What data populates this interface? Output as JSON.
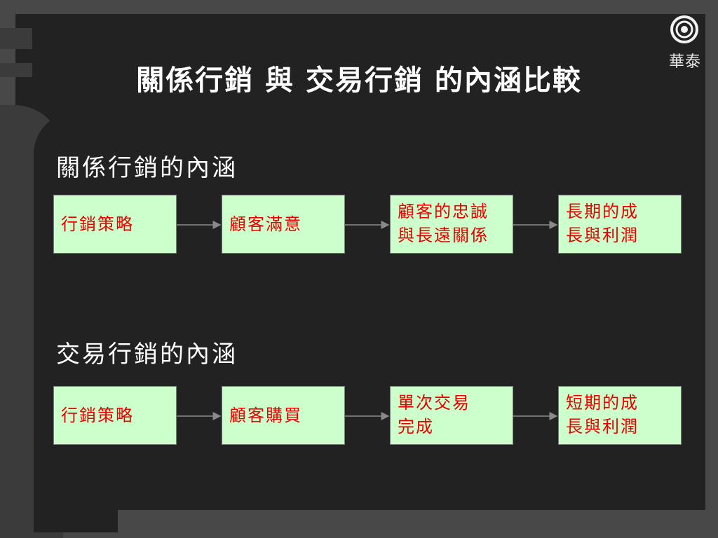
{
  "logo": {
    "text": "華泰"
  },
  "title": "關係行銷 與 交易行銷 的內涵比較",
  "sections": [
    {
      "heading": "關係行銷的內涵",
      "steps": [
        {
          "lines": [
            "行銷策略"
          ]
        },
        {
          "lines": [
            "顧客滿意"
          ]
        },
        {
          "lines": [
            "顧客的忠誠",
            "與長遠關係"
          ]
        },
        {
          "lines": [
            "長期的成",
            "長與利潤"
          ]
        }
      ]
    },
    {
      "heading": "交易行銷的內涵",
      "steps": [
        {
          "lines": [
            "行銷策略"
          ]
        },
        {
          "lines": [
            "顧客購買"
          ]
        },
        {
          "lines": [
            "單次交易",
            "完成"
          ]
        },
        {
          "lines": [
            "短期的成",
            "長與利潤"
          ]
        }
      ]
    }
  ],
  "colors": {
    "box_fill": "#ccffcc",
    "box_text": "#ee0000",
    "arrow": "#8a8a8a"
  }
}
